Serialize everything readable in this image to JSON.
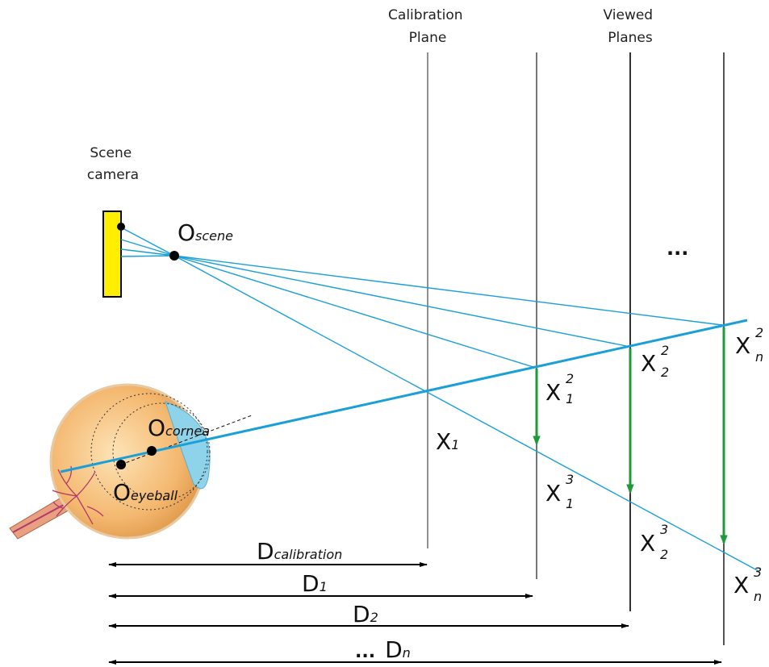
{
  "labels": {
    "calibration_plane": [
      "Calibration",
      "Plane"
    ],
    "viewed_planes": [
      "Viewed",
      "Planes"
    ],
    "scene_camera": [
      "Scene",
      "camera"
    ],
    "ellipsis_top": "...",
    "o_scene": {
      "main": "O",
      "sub": "scene"
    },
    "o_cornea": {
      "main": "O",
      "sub": "cornea"
    },
    "o_eyeball": {
      "main": "O",
      "sub": "eyeball"
    },
    "x1": {
      "main": "X",
      "sub": "1"
    },
    "x1_2": {
      "main": "X",
      "sup": "2",
      "sub": "1"
    },
    "x2_2": {
      "main": "X",
      "sup": "2",
      "sub": "2"
    },
    "xn_2": {
      "main": "X",
      "sup": "2",
      "sub": "n"
    },
    "x1_3": {
      "main": "X",
      "sup": "3",
      "sub": "1"
    },
    "x2_3": {
      "main": "X",
      "sup": "3",
      "sub": "2"
    },
    "xn_3": {
      "main": "X",
      "sup": "3",
      "sub": "n"
    },
    "d_calibration": {
      "main": "D",
      "sub": "calibration"
    },
    "d1": {
      "main": "D",
      "sub": "1"
    },
    "d2": {
      "main": "D",
      "sub": "2"
    },
    "dn": {
      "prefix": "...",
      "main": "D",
      "sub": "n"
    }
  },
  "colors": {
    "ray": "#1a9fd9",
    "plane": "#555555",
    "arrow_green": "#1e9a3a",
    "camera_fill": "#ffee00",
    "eye_fill": "#f4b870"
  }
}
